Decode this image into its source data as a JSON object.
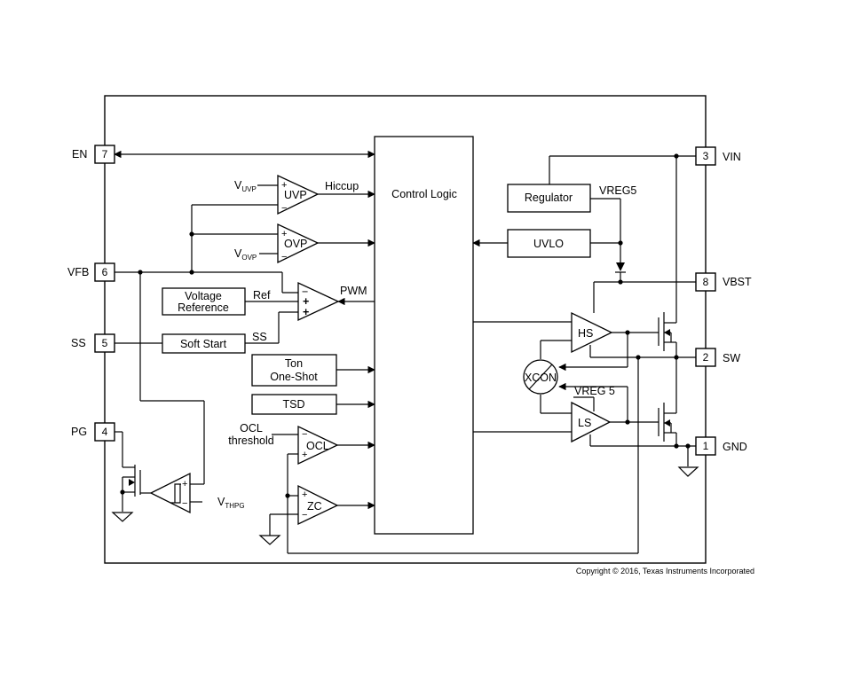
{
  "pins": {
    "en": {
      "name": "EN",
      "number": "7"
    },
    "vfb": {
      "name": "VFB",
      "number": "6"
    },
    "ss": {
      "name": "SS",
      "number": "5"
    },
    "pg": {
      "name": "PG",
      "number": "4"
    },
    "vin": {
      "name": "VIN",
      "number": "3"
    },
    "vbst": {
      "name": "VBST",
      "number": "8"
    },
    "sw": {
      "name": "SW",
      "number": "2"
    },
    "gnd": {
      "name": "GND",
      "number": "1"
    }
  },
  "blocks": {
    "control_logic": "Control Logic",
    "regulator": "Regulator",
    "uvlo": "UVLO",
    "voltage_reference_line1": "Voltage",
    "voltage_reference_line2": "Reference",
    "soft_start": "Soft Start",
    "ton_line1": "Ton",
    "ton_line2": "One-Shot",
    "tsd": "TSD",
    "xcon": "XCON"
  },
  "comparators": {
    "uvp": "UVP",
    "ovp": "OVP",
    "ocl": "OCL",
    "zc": "ZC",
    "hs": "HS",
    "ls": "LS"
  },
  "signals": {
    "v_uvp_main": "V",
    "v_uvp_sub": "UVP",
    "v_ovp_main": "V",
    "v_ovp_sub": "OVP",
    "hiccup": "Hiccup",
    "pwm": "PWM",
    "ref": "Ref",
    "ss": "SS",
    "vreg5_top": "VREG5",
    "vreg5_mid": "VREG 5",
    "ocl_threshold_line1": "OCL",
    "ocl_threshold_line2": "threshold",
    "v_thpg_main": "V",
    "v_thpg_sub": "THPG"
  },
  "copyright": "Copyright © 2016, Texas Instruments Incorporated"
}
